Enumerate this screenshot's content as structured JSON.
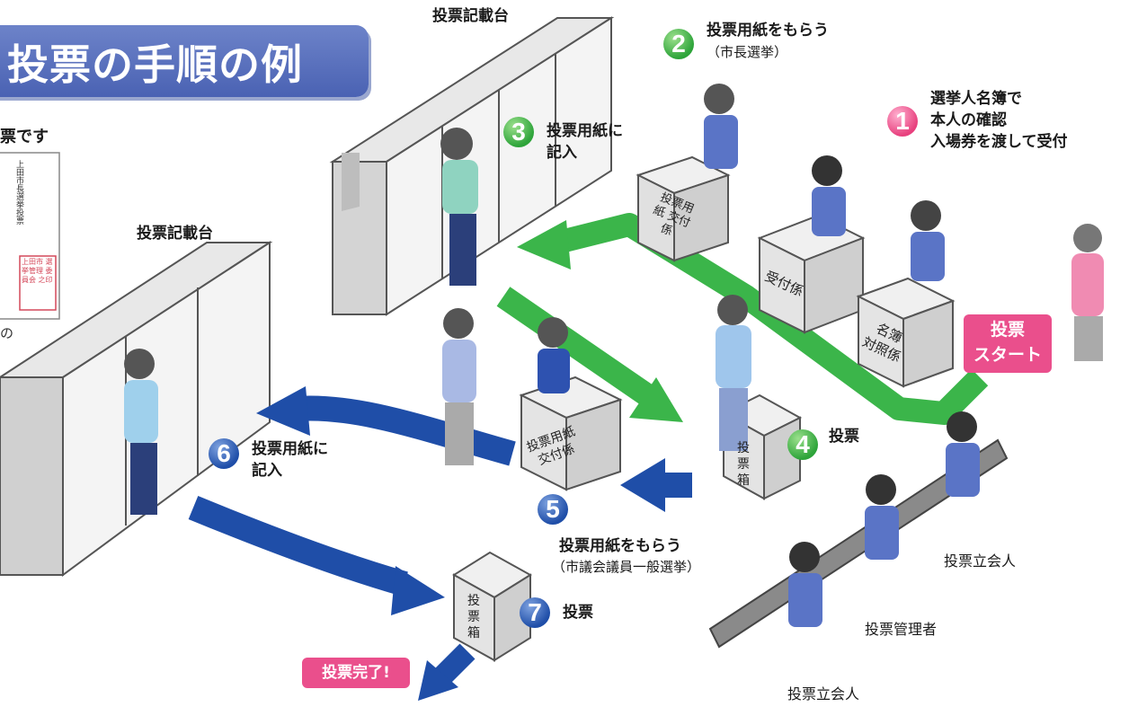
{
  "title": "投票の手順の例",
  "ballot_note": "票です",
  "ballot_sample": {
    "header": "上田市長選挙投票",
    "stamp": "上田市 選挙管理 委員会 之印",
    "footnote": "の"
  },
  "booth_labels": {
    "upper": "投票記載台",
    "left": "投票記載台"
  },
  "steps": [
    {
      "num": "1",
      "color": "pink",
      "lines": [
        "選挙人名簿で",
        "本人の確認",
        "入場券を渡して受付"
      ]
    },
    {
      "num": "2",
      "color": "green",
      "lines": [
        "投票用紙をもらう"
      ],
      "sub": "（市長選挙）"
    },
    {
      "num": "3",
      "color": "green",
      "lines": [
        "投票用紙に",
        "記入"
      ]
    },
    {
      "num": "4",
      "color": "green",
      "lines": [
        "投票"
      ]
    },
    {
      "num": "5",
      "color": "blue",
      "lines": [
        "投票用紙をもらう"
      ],
      "sub": "（市議会議員一般選挙）"
    },
    {
      "num": "6",
      "color": "blue",
      "lines": [
        "投票用紙に",
        "記入"
      ]
    },
    {
      "num": "7",
      "color": "blue",
      "lines": [
        "投票"
      ]
    }
  ],
  "desks": {
    "ballot_issue_upper": "投票用紙 交付係",
    "reception": "受付係",
    "roster": "名簿 対照係",
    "ballot_issue_lower": "投票用紙 交付係",
    "ballot_box_1": "投票箱",
    "ballot_box_2": "投票箱"
  },
  "start_tag": {
    "line1": "投票",
    "line2": "スタート"
  },
  "end_tag": "投票完了!",
  "officials": {
    "witness_top": "投票立会人",
    "manager": "投票管理者",
    "witness_bottom": "投票立会人"
  },
  "colors": {
    "green": "#3bb54a",
    "blue": "#1f4ea8",
    "pink": "#ea4f8c",
    "banner": "#5a70bf"
  }
}
